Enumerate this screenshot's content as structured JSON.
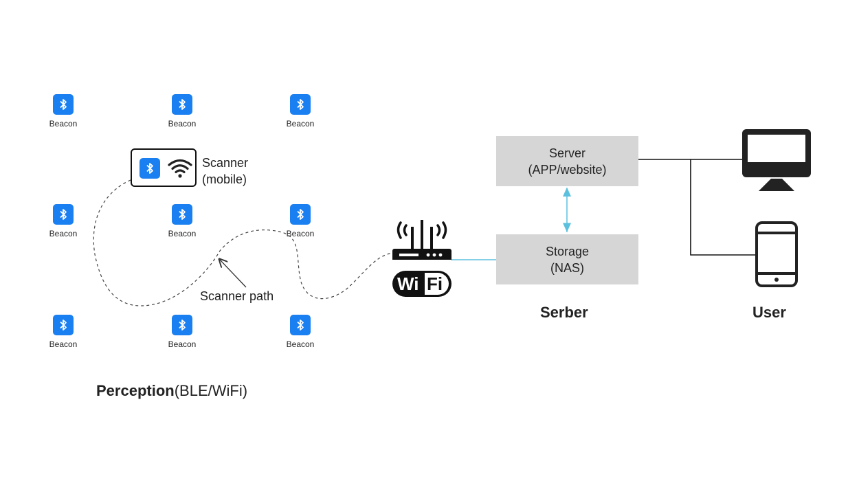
{
  "beacon_label": "Beacon",
  "scanner": {
    "line1": "Scanner",
    "line2": "(mobile)"
  },
  "scanner_path_label": "Scanner path",
  "server_box": {
    "line1": "Server",
    "line2": "(APP/website)"
  },
  "storage_box": {
    "line1": "Storage",
    "line2": "(NAS)"
  },
  "wifi_logo": {
    "part1": "Wi",
    "part2": "Fi"
  },
  "sections": {
    "perception_bold": "Perception",
    "perception_rest": "(BLE/WiFi)",
    "server": "Serber",
    "user": "User"
  },
  "colors": {
    "ble_blue": "#1a7ff0",
    "box_gray": "#d6d6d6",
    "link_cyan": "#5bc0de"
  }
}
